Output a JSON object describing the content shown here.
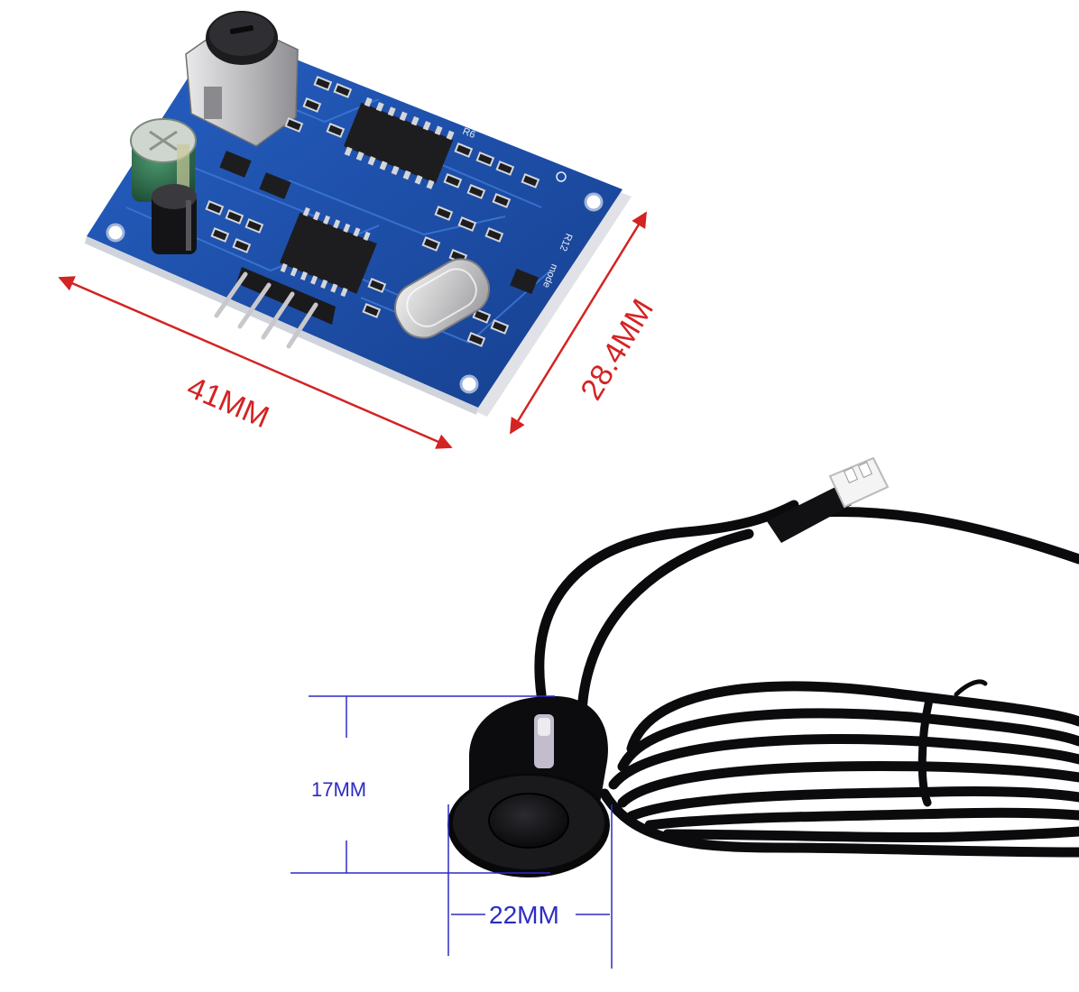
{
  "board": {
    "width_label": "41MM",
    "height_label": "28.4MM",
    "silkscreen_r6": "R6",
    "silkscreen_mode": "mode",
    "silkscreen_r12": "R12",
    "arrow_color": "#d42323",
    "pcb_color": "#1e4fa8",
    "pcb_trace_color": "#3b78d6"
  },
  "sensor": {
    "height_label": "17MM",
    "diameter_label": "22MM",
    "dimension_color": "#2c2cc4",
    "body_color": "#0c0c0e"
  }
}
